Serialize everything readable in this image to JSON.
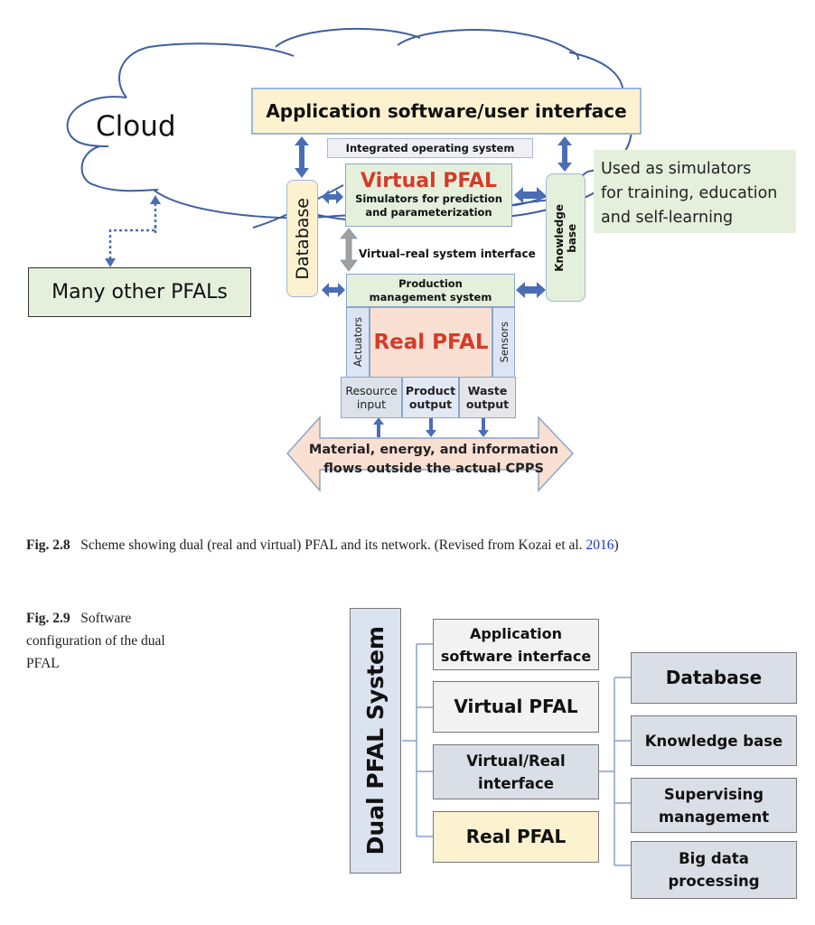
{
  "figure_2_8": {
    "cloud_label": "Cloud",
    "application_interface": "Application software/user interface",
    "integrated_os": "Integrated operating system",
    "virtual_pfal": {
      "title": "Virtual PFAL",
      "subtitle_line1": "Simulators for prediction",
      "subtitle_line2": "and parameterization"
    },
    "database": "Database",
    "knowledge_base_line1": "Knowledge",
    "knowledge_base_line2": "base",
    "simulators_note": {
      "line1": "Used as simulators",
      "line2": "for training, education",
      "line3": "and self-learning"
    },
    "virtual_real_interface": "Virtual–real system interface",
    "many_other_pfals": "Many other PFALs",
    "production_management": {
      "line1": "Production",
      "line2": "management system"
    },
    "actuators": "Actuators",
    "real_pfal": "Real PFAL",
    "sensors": "Sensors",
    "resource_input": {
      "line1": "Resource",
      "line2": "input"
    },
    "product_output": {
      "line1": "Product",
      "line2": "output"
    },
    "waste_output": {
      "line1": "Waste",
      "line2": "output"
    },
    "flows": {
      "line1": "Material, energy, and information",
      "line2": "flows outside the actual CPPS"
    },
    "colors": {
      "cloud_stroke": "#3f5f9f",
      "arrow_blue": "#4a6db5",
      "arrow_gray": "#a0a0a0",
      "title_red": "#d63b28",
      "yellow_fill": "#fdf2d0",
      "green_fill": "#e4f0dc",
      "peach_fill": "#f9e0d3"
    }
  },
  "caption_2_8": {
    "label": "Fig. 2.8",
    "text": "Scheme showing dual (real and virtual) PFAL and its network. (Revised from Kozai et al.",
    "link_text": "2016",
    "tail": ")"
  },
  "caption_2_9": {
    "label": "Fig. 2.9",
    "text": "Software configuration of the dual PFAL"
  },
  "figure_2_9": {
    "root": "Dual PFAL System",
    "children": [
      {
        "line1": "Application",
        "line2": "software interface"
      },
      {
        "line1": "Virtual PFAL",
        "line2": ""
      },
      {
        "line1": "Virtual/Real",
        "line2": "interface"
      },
      {
        "line1": "Real PFAL",
        "line2": ""
      }
    ],
    "interface_children": [
      {
        "line1": "Database",
        "line2": ""
      },
      {
        "line1": "Knowledge base",
        "line2": ""
      },
      {
        "line1": "Supervising",
        "line2": "management"
      },
      {
        "line1": "Big data",
        "line2": "processing"
      }
    ]
  }
}
